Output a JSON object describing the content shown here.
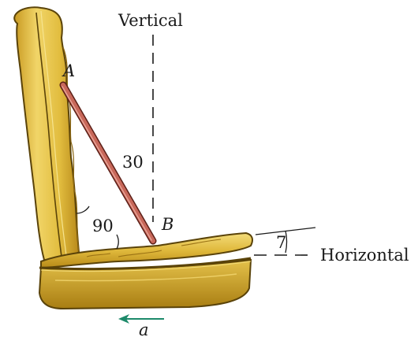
{
  "labels": {
    "vertical": "Vertical",
    "horizontal": "Horizontal",
    "point_a": "A",
    "point_b": "B",
    "angle_30": "30",
    "angle_90": "90",
    "angle_7": "7",
    "accel": "a"
  },
  "colors": {
    "seat_fill": "#e3c043",
    "seat_shadow": "#b58d1c",
    "seat_edge": "#5a4309",
    "rod_fill": "#c8685a",
    "rod_edge": "#5c2018",
    "arrow": "#1d8a6a"
  }
}
